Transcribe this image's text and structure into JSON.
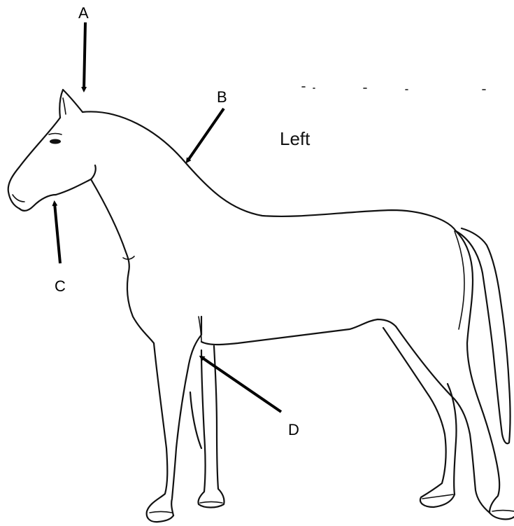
{
  "diagram": {
    "side_label": "Left",
    "markers": [
      {
        "id": "A",
        "label": "A"
      },
      {
        "id": "B",
        "label": "B"
      },
      {
        "id": "C",
        "label": "C"
      },
      {
        "id": "D",
        "label": "D"
      }
    ]
  },
  "colors": {
    "line": "#111111",
    "background": "#ffffff"
  }
}
